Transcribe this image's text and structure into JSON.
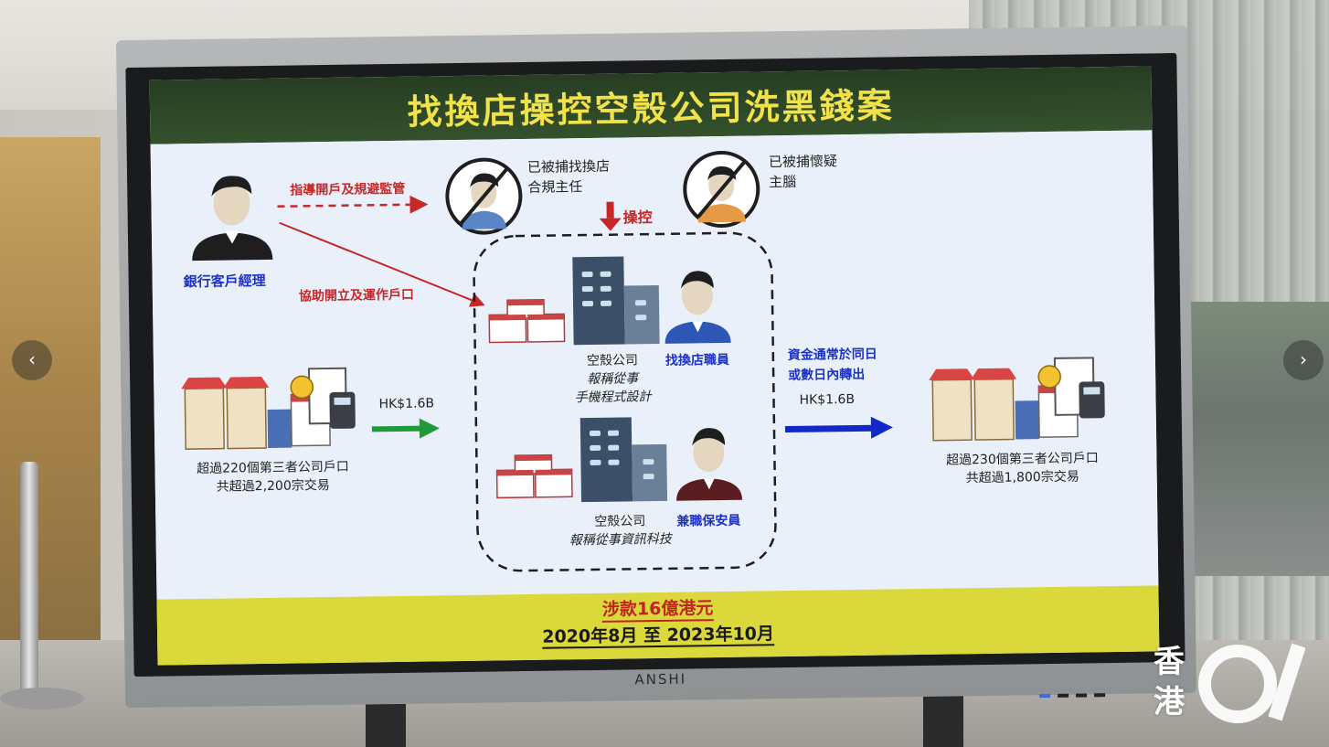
{
  "title": "找換店操控空殼公司洗黑錢案",
  "bank_manager": {
    "label": "銀行客戶經理",
    "guide_label": "指導開戶及規避監管",
    "assist_label": "協助開立及運作戶口"
  },
  "arrested_compliance": {
    "line1": "已被捕找換店",
    "line2": "合規主任"
  },
  "arrested_mastermind": {
    "line1": "已被捕懷疑",
    "line2": "主腦"
  },
  "control_label": "操控",
  "shell_company_1": {
    "name": "空殼公司",
    "desc_line1": "報稱從事",
    "desc_line2": "手機程式設計",
    "person": "找換店職員"
  },
  "shell_company_2": {
    "name": "空殼公司",
    "desc": "報稱從事資訊科技",
    "person": "兼職保安員"
  },
  "source": {
    "amount": "HK$1.6B",
    "line1": "超過220個第三者公司戶口",
    "line2": "共超過2,200宗交易"
  },
  "destination": {
    "amount": "HK$1.6B",
    "note_line1": "資金通常於同日",
    "note_line2": "或數日內轉出",
    "line1": "超過230個第三者公司戶口",
    "line2": "共超過1,800宗交易"
  },
  "footer": {
    "amount": "涉款16億港元",
    "period": "2020年8月 至 2023年10月"
  },
  "monitor_brand": "ANSHI",
  "nav": {
    "prev": "‹",
    "next": "›"
  },
  "watermark": {
    "char1": "香",
    "char2": "港"
  },
  "colors": {
    "title_bg": "#2f4a28",
    "title_text": "#f2e24a",
    "footer_bg": "#dbd83c",
    "red_accent": "#c62828",
    "blue_accent": "#1d33c7",
    "green_arrow": "#1e9a3a",
    "blue_arrow": "#1228c8"
  }
}
